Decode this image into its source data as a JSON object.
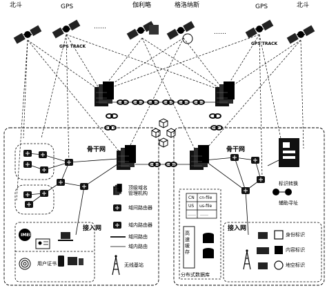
{
  "satellites": {
    "beidou_left": "北斗",
    "gps_left": "GPS",
    "galileo": "伽利略",
    "glonass": "格洛纳斯",
    "gps_right": "GPS",
    "beidou_right": "北斗",
    "gps_track_left": "GPS TRACK",
    "gps_track_right": "GPS TRACK",
    "ellipsis_left": "……",
    "ellipsis_right": "……"
  },
  "left_region": {
    "backbone_label": "骨干网",
    "access_label": "接入网",
    "user_cert_label": "用户证书",
    "imei_badge": "IMEI"
  },
  "legend": {
    "items": [
      {
        "icon": "server-stack",
        "label": "顶级域名\n管理机构"
      },
      {
        "icon": "domain-router",
        "label": "域间路由器"
      },
      {
        "icon": "intra-router",
        "label": "域内路由器"
      },
      {
        "icon": "solid-line",
        "label": "域间路由"
      },
      {
        "icon": "thin-line",
        "label": "域内路由"
      },
      {
        "icon": "radio-tower",
        "label": "无线基站"
      }
    ]
  },
  "right_region": {
    "backbone_label": "骨干网",
    "access_label": "接入网",
    "id_convert": "标识转换",
    "aux_address": "辅助寻址",
    "identity_id": "身份标识",
    "content_id": "内容标识",
    "space_id": "地空标识"
  },
  "storage": {
    "table_rows": [
      {
        "key": "CN",
        "val": "cn-file"
      },
      {
        "key": "US",
        "val": "us-file"
      }
    ],
    "table_more_key": "……",
    "table_more_val": "……",
    "fast_cache": "高速缓存",
    "distributed_db": "分布式数据库"
  }
}
